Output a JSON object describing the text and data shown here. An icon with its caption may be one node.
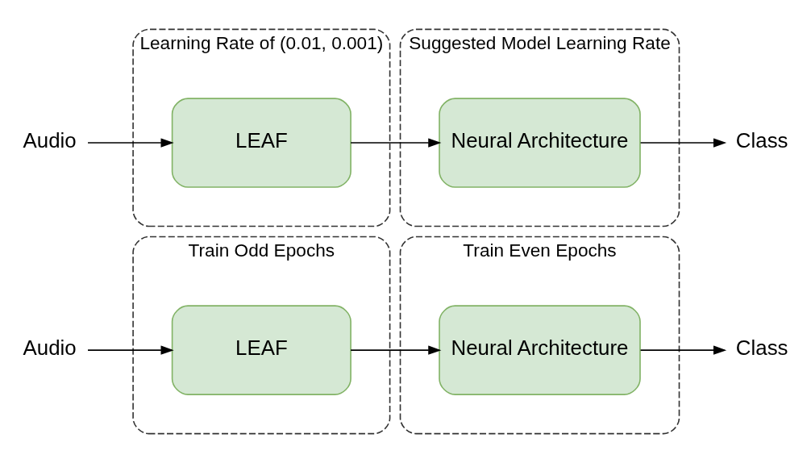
{
  "diagram": {
    "nodes": [
      {
        "text": [
          "Audio"
        ]
      },
      {
        "text": [
          "Train Odd Epochs"
        ]
      },
      {
        "text": [
          "LEAF"
        ],
        "in": 1
      },
      {
        "text": [
          "Train Even Epochs"
        ]
      },
      {
        "text": [
          "Neural Architecture"
        ],
        "in": 3
      },
      {
        "text": [
          "Class"
        ]
      },
      {
        "text": [
          "Audio"
        ]
      },
      {
        "text": [
          "Learning Rate of (0.01, 0.001)"
        ]
      },
      {
        "text": [
          "LEAF"
        ],
        "in": 7
      },
      {
        "text": [
          "Suggested Model Learning Rate"
        ]
      },
      {
        "text": [
          "Neural Architecture"
        ],
        "in": 9
      },
      {
        "text": [
          "Class"
        ]
      }
    ],
    "edges": [
      {
        "from": 0,
        "to": 2,
        "arrow": "to"
      },
      {
        "from": 2,
        "to": 4,
        "arrow": "to"
      },
      {
        "from": 4,
        "to": 5,
        "arrow": "to"
      },
      {
        "from": 6,
        "to": 8,
        "arrow": "to"
      },
      {
        "from": 8,
        "to": 10,
        "arrow": "to"
      },
      {
        "from": 10,
        "to": 11,
        "arrow": "to"
      }
    ]
  }
}
